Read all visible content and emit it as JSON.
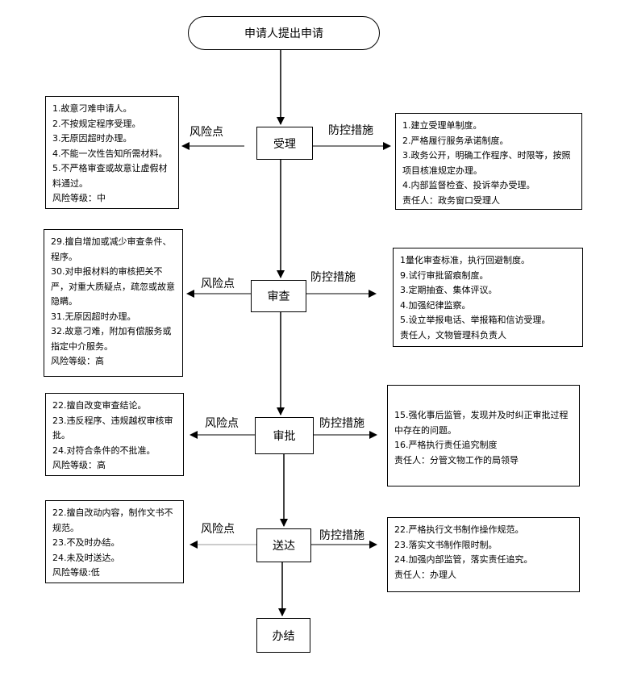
{
  "start": "申请人提出申请",
  "labels": {
    "risk": "风险点",
    "control": "防控措施"
  },
  "steps": [
    {
      "name": "受理",
      "risk": [
        "1.故意刁难申请人。",
        "2.不按规定程序受理。",
        "3.无原因超时办理。",
        "4.不能一次性告知所需材料。",
        "5.不严格审查或故意让虚假材料通过。",
        "风险等级：中"
      ],
      "control": [
        "1.建立受理单制度。",
        "2.严格履行服务承诺制度。",
        "3.政务公开，明确工作程序、时限等，按照项目核准规定办理。",
        "4.内部监督检查、投诉举办受理。",
        "责任人：政务窗口受理人"
      ]
    },
    {
      "name": "审查",
      "risk": [
        "29.擅自增加或减少审查条件、程序。",
        "30.对申报材料的审核把关不严，对重大质疑点，疏忽或故意隐瞒。",
        "31.无原因超时办理。",
        "32.故意刁难，附加有偿服务或指定中介服务。",
        "风险等级：高"
      ],
      "control": [
        "1量化审查标准，执行回避制度。",
        "9.试行审批留痕制度。",
        "3.定期抽查、集体评议。",
        "4.加强纪律监察。",
        "5.设立举报电话、举报箱和信访受理。",
        "责任人，文物管理科负责人"
      ]
    },
    {
      "name": "审批",
      "risk": [
        "22.擅自改变审查结论。",
        "23.违反程序、违规越权审核审批。",
        "24.对符合条件的不批准。",
        "风险等级：高"
      ],
      "control": [
        "15.强化事后监管，发现并及时纠正审批过程中存在的问题。",
        "16.严格执行责任追究制度",
        "责任人：分管文物工作的局领导"
      ]
    },
    {
      "name": "送达",
      "risk": [
        "22.擅自改动内容，制作文书不规范。",
        "23.不及时办结。",
        "24.未及时送达。",
        "风险等级:低"
      ],
      "control": [
        "22.严格执行文书制作操作规范。",
        "23.落实文书制作限时制。",
        "24.加强内部监管，落实责任追究。",
        "责任人：办理人"
      ]
    }
  ],
  "end": "办结"
}
